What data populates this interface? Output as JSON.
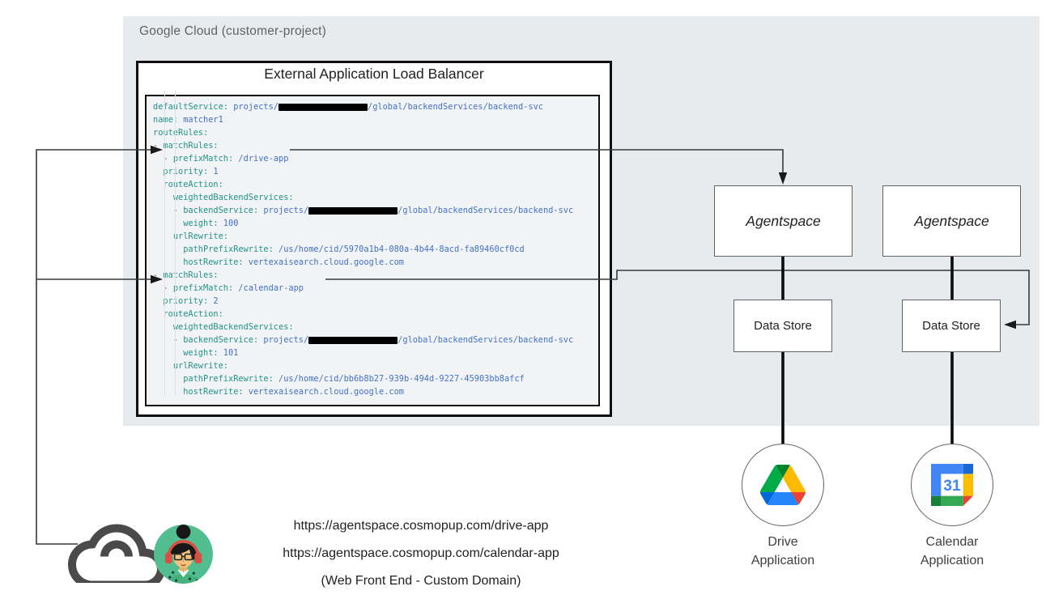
{
  "colors": {
    "panel_bg": "#e8ebee",
    "code_bg": "#f1f3f4",
    "code_key": "#23948b",
    "code_value": "#4273c8",
    "muted_text": "#5f6368",
    "drive_blue": "#2684fc",
    "drive_green": "#00ac47",
    "drive_yellow": "#ffba00",
    "drive_red": "#ea4335",
    "calendar_blue": "#4285f4",
    "calendar_yellow": "#fbbc04",
    "calendar_green": "#34a853",
    "calendar_red": "#ea4335",
    "avatar_bg": "#52bd8f",
    "headphones_red": "#d94f43"
  },
  "gcp_panel": {
    "label": "Google Cloud (customer-project)"
  },
  "load_balancer": {
    "title": "External Application Load Balancer",
    "redaction": "project-id-redacted",
    "code_lines": [
      [
        [
          "k",
          "defaultService:"
        ],
        [
          "v",
          " projects/"
        ],
        [
          "r",
          ""
        ],
        [
          "v",
          "/global/backendServices/backend-svc"
        ]
      ],
      [
        [
          "k",
          "name:"
        ],
        [
          "v",
          " matcher1"
        ]
      ],
      [
        [
          "k",
          "routeRules:"
        ]
      ],
      [
        [
          "p",
          "- "
        ],
        [
          "k",
          "matchRules:"
        ]
      ],
      [
        [
          "p",
          "  - "
        ],
        [
          "k",
          "prefixMatch:"
        ],
        [
          "v",
          " /drive-app"
        ]
      ],
      [
        [
          "p",
          "  "
        ],
        [
          "k",
          "priority:"
        ],
        [
          "v",
          " 1"
        ]
      ],
      [
        [
          "p",
          "  "
        ],
        [
          "k",
          "routeAction:"
        ]
      ],
      [
        [
          "p",
          "    "
        ],
        [
          "k",
          "weightedBackendServices:"
        ]
      ],
      [
        [
          "p",
          "    - "
        ],
        [
          "k",
          "backendService:"
        ],
        [
          "v",
          " projects/"
        ],
        [
          "r",
          ""
        ],
        [
          "v",
          "/global/backendServices/backend-svc"
        ]
      ],
      [
        [
          "p",
          "      "
        ],
        [
          "k",
          "weight:"
        ],
        [
          "v",
          " 100"
        ]
      ],
      [
        [
          "p",
          "    "
        ],
        [
          "k",
          "urlRewrite:"
        ]
      ],
      [
        [
          "p",
          "      "
        ],
        [
          "k",
          "pathPrefixRewrite:"
        ],
        [
          "v",
          " /us/home/cid/5970a1b4-080a-4b44-8acd-fa89460cf0cd"
        ]
      ],
      [
        [
          "p",
          "      "
        ],
        [
          "k",
          "hostRewrite:"
        ],
        [
          "v",
          " vertexaisearch.cloud.google.com"
        ]
      ],
      [
        [
          "p",
          "- "
        ],
        [
          "k",
          "matchRules:"
        ]
      ],
      [
        [
          "p",
          "  - "
        ],
        [
          "k",
          "prefixMatch:"
        ],
        [
          "v",
          " /calendar-app"
        ]
      ],
      [
        [
          "p",
          "  "
        ],
        [
          "k",
          "priority:"
        ],
        [
          "v",
          " 2"
        ]
      ],
      [
        [
          "p",
          "  "
        ],
        [
          "k",
          "routeAction:"
        ]
      ],
      [
        [
          "p",
          "    "
        ],
        [
          "k",
          "weightedBackendServices:"
        ]
      ],
      [
        [
          "p",
          "    - "
        ],
        [
          "k",
          "backendService:"
        ],
        [
          "v",
          " projects/"
        ],
        [
          "r",
          ""
        ],
        [
          "v",
          "/global/backendServices/backend-svc"
        ]
      ],
      [
        [
          "p",
          "      "
        ],
        [
          "k",
          "weight:"
        ],
        [
          "v",
          " 101"
        ]
      ],
      [
        [
          "p",
          "    "
        ],
        [
          "k",
          "urlRewrite:"
        ]
      ],
      [
        [
          "p",
          "      "
        ],
        [
          "k",
          "pathPrefixRewrite:"
        ],
        [
          "v",
          " /us/home/cid/bb6b8b27-939b-494d-9227-45903bb8afcf"
        ]
      ],
      [
        [
          "p",
          "      "
        ],
        [
          "k",
          "hostRewrite:"
        ],
        [
          "v",
          " vertexaisearch.cloud.google.com"
        ]
      ]
    ]
  },
  "agentspace_boxes": [
    {
      "label": "Agentspace"
    },
    {
      "label": "Agentspace"
    }
  ],
  "data_store_boxes": [
    {
      "label": "Data Store"
    },
    {
      "label": "Data Store"
    }
  ],
  "apps": [
    {
      "icon": "google-drive-icon",
      "label_line1": "Drive",
      "label_line2": "Application"
    },
    {
      "icon": "google-calendar-icon",
      "icon_text": "31",
      "label_line1": "Calendar",
      "label_line2": "Application"
    }
  ],
  "frontend": {
    "url_drive": "https://agentspace.cosmopup.com/drive-app",
    "url_calendar": "https://agentspace.cosmopup.com/calendar-app",
    "caption": "(Web Front End - Custom Domain)"
  }
}
